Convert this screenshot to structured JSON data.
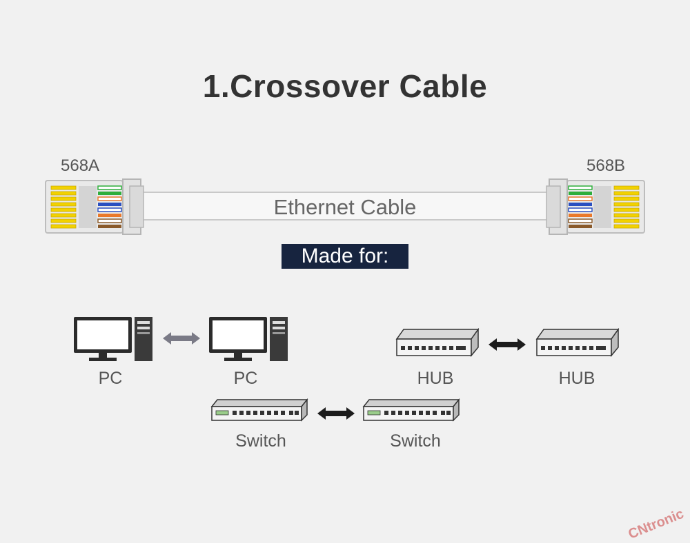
{
  "title": "1.Crossover Cable",
  "connector_left_label": "568A",
  "connector_right_label": "568B",
  "cable_label": "Ethernet Cable",
  "made_for_label": "Made for:",
  "devices": {
    "pc_left": "PC",
    "pc_right": "PC",
    "hub_left": "HUB",
    "hub_right": "HUB",
    "switch_left": "Switch",
    "switch_right": "Switch"
  },
  "watermark": "CNtronic",
  "colors": {
    "badge_bg": "#17243f",
    "pin_gold": "#f2d200",
    "wire_orange": "#e9782a",
    "wire_green": "#2fae3c",
    "wire_blue": "#2a4fc0",
    "wire_brown": "#8a5a2b"
  }
}
